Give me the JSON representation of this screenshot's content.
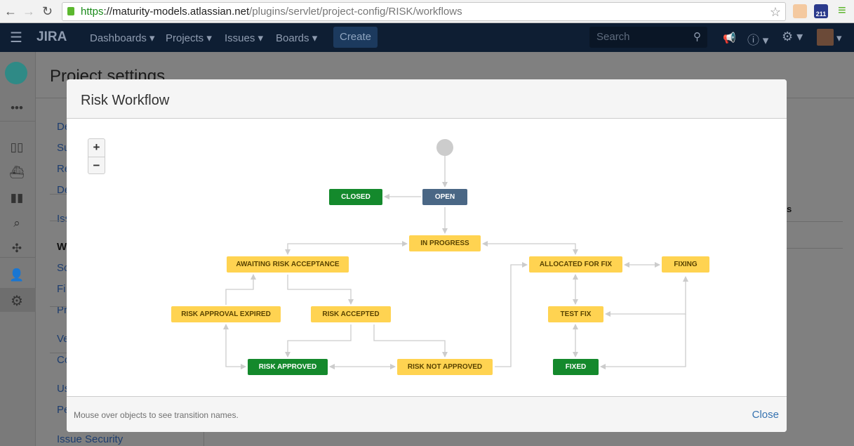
{
  "browser": {
    "url_scheme": "https",
    "url_host": "://maturity-models.atlassian.net",
    "url_path": "/plugins/servlet/project-config/RISK/workflows",
    "extension_badge": "211"
  },
  "topnav": {
    "logo": "JIRA",
    "items": [
      "Dashboards",
      "Projects",
      "Issues",
      "Boards"
    ],
    "create": "Create",
    "search_placeholder": "Search"
  },
  "page": {
    "title": "Project settings",
    "sidebar_links": [
      "De",
      "Su",
      "Re",
      "De",
      "Iss",
      "W",
      "Sc",
      "Fi",
      "Pr",
      "Ve",
      "Co",
      "Us",
      "Pe",
      "Issue Security"
    ],
    "right_fragment": "s"
  },
  "modal": {
    "title": "Risk Workflow",
    "zoom_in": "+",
    "zoom_out": "−",
    "hint": "Mouse over objects to see transition names.",
    "close": "Close"
  },
  "statuses": {
    "closed": "CLOSED",
    "open": "OPEN",
    "in_progress": "IN PROGRESS",
    "awaiting": "AWAITING RISK ACCEPTANCE",
    "allocated": "ALLOCATED FOR FIX",
    "fixing": "FIXING",
    "expired": "RISK APPROVAL EXPIRED",
    "accepted": "RISK ACCEPTED",
    "test_fix": "TEST FIX",
    "approved": "RISK APPROVED",
    "not_approved": "RISK NOT APPROVED",
    "fixed": "FIXED"
  },
  "colors": {
    "todo": "#4a6785",
    "in_progress": "#ffd351",
    "done": "#14892c",
    "edge": "#cccccc",
    "link": "#3572b0"
  }
}
